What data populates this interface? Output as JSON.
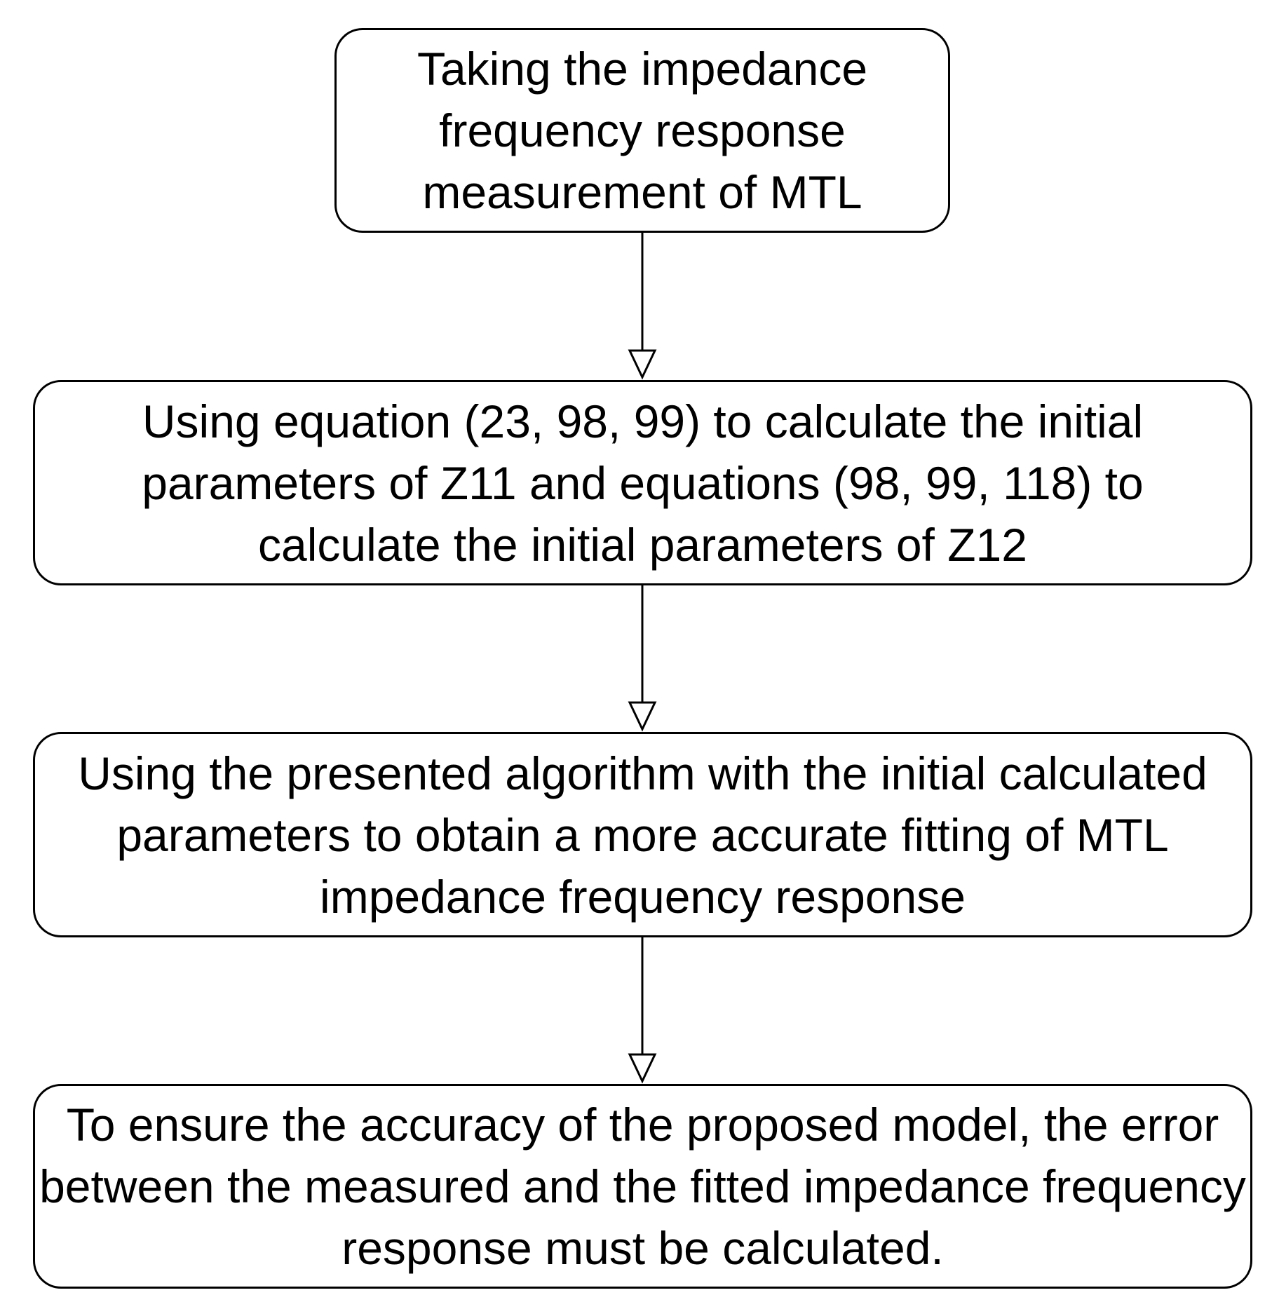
{
  "diagram": {
    "type": "flowchart",
    "steps": [
      {
        "id": "step-1",
        "text": "Taking the impedance frequency response measurement of MTL"
      },
      {
        "id": "step-2",
        "text": "Using equation (23, 98, 99) to calculate the initial parameters of Z11 and equations (98, 99, 118) to calculate the initial parameters of Z12"
      },
      {
        "id": "step-3",
        "text": "Using the presented algorithm with the initial calculated parameters to obtain a more accurate fitting of MTL impedance frequency response"
      },
      {
        "id": "step-4",
        "text": "To ensure the accuracy of the proposed model, the error between the measured and the fitted impedance frequency response must be calculated."
      }
    ],
    "connections": [
      {
        "from": "step-1",
        "to": "step-2"
      },
      {
        "from": "step-2",
        "to": "step-3"
      },
      {
        "from": "step-3",
        "to": "step-4"
      }
    ],
    "colors": {
      "stroke": "#000000",
      "fill": "#ffffff",
      "text": "#000000"
    }
  }
}
